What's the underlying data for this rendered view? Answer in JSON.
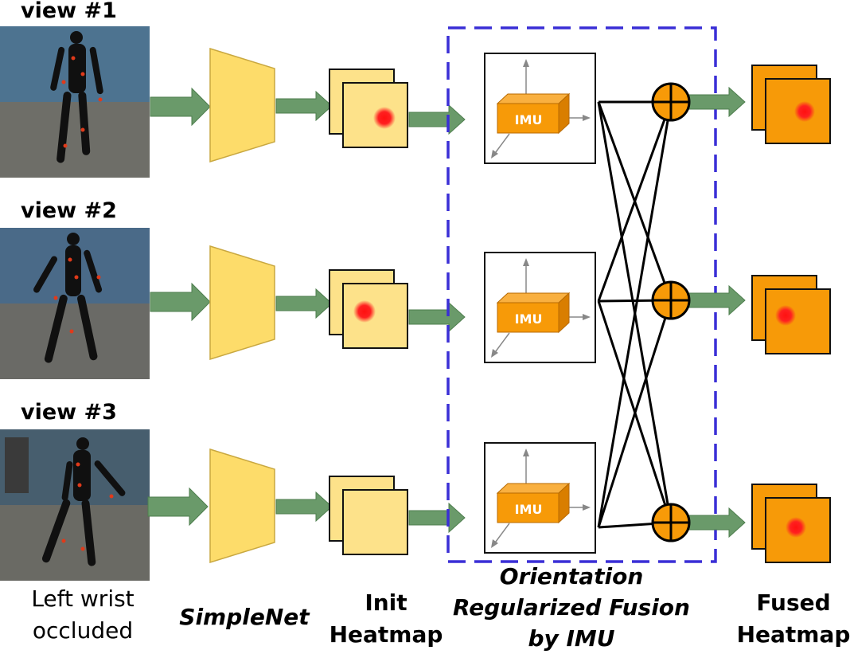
{
  "views": [
    {
      "label": "view #1"
    },
    {
      "label": "view #2"
    },
    {
      "label": "view #3"
    }
  ],
  "occlusion_note": [
    "Left wrist",
    "occluded"
  ],
  "backbone_label": "SimpleNet",
  "init_heatmap_label": [
    "Init",
    "Heatmap"
  ],
  "fusion_label": [
    "Orientation",
    "Regularized Fusion",
    "by IMU"
  ],
  "imu_label": "IMU",
  "fused_heatmap_label": [
    "Fused",
    "Heatmap"
  ],
  "colors": {
    "arrow": "#6a9a6a",
    "network": "#fddc6a",
    "init_heatmap": "#fde28a",
    "fused_heatmap": "#f79a08",
    "imu_box": "#f79a08",
    "fusion_border": "#3a2fd6",
    "heat_spot": "#ff1a1a"
  },
  "icons": [
    "photo-person",
    "trapezoid-network",
    "heatmap-stack",
    "imu-box-axes",
    "sum-node-icon"
  ]
}
